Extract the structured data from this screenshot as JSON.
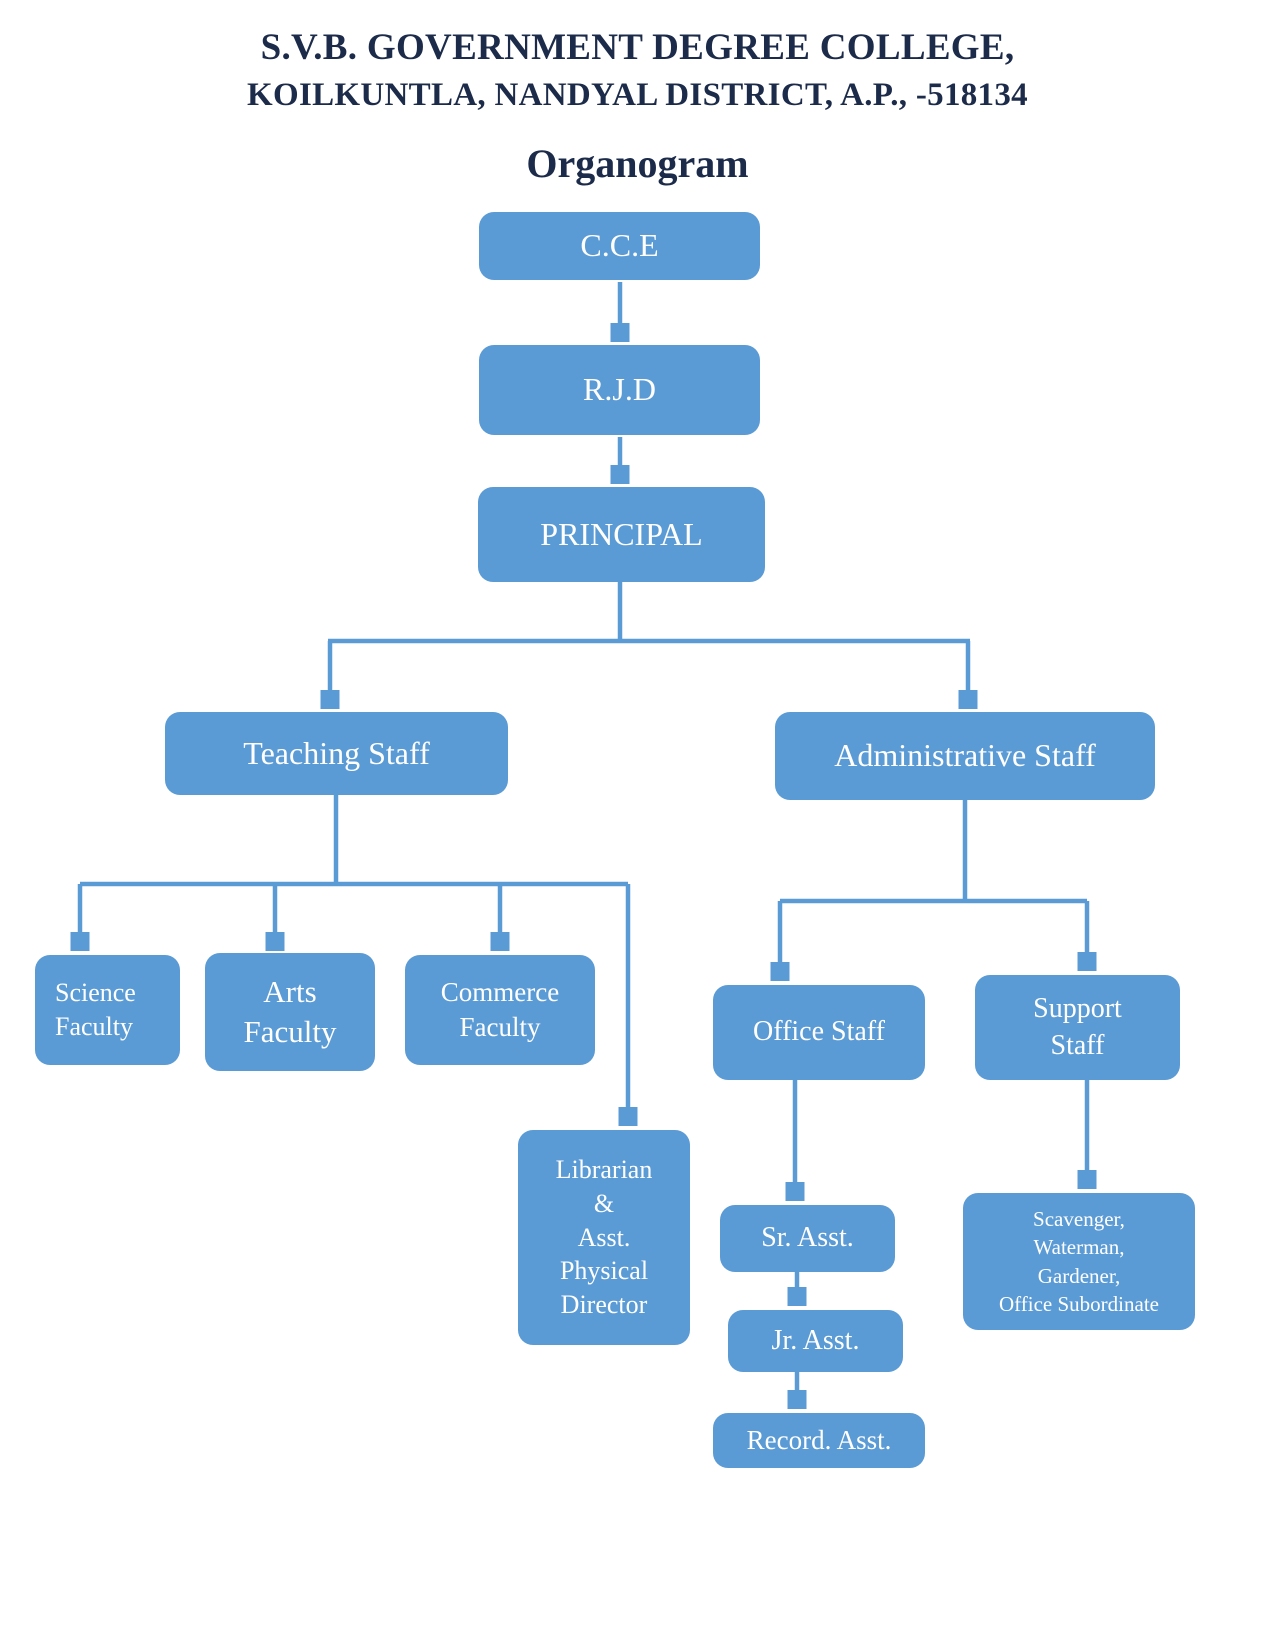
{
  "header": {
    "title_line1": "S.V.B. GOVERNMENT DEGREE COLLEGE,",
    "title_line2": "KOILKUNTLA, NANDYAL DISTRICT, A.P., -518134",
    "subtitle": "Organogram"
  },
  "colors": {
    "node_fill": "#5b9bd5",
    "node_text": "#ffffff",
    "connector": "#5b9bd5",
    "title_text": "#1c2b4a",
    "background": "#ffffff"
  },
  "nodes": {
    "cce": {
      "label": "C.C.E"
    },
    "rjd": {
      "label": "R.J.D"
    },
    "principal": {
      "label": "PRINCIPAL"
    },
    "teaching_staff": {
      "label": "Teaching Staff"
    },
    "administrative_staff": {
      "label": "Administrative Staff"
    },
    "science_faculty": {
      "label": "Science\nFaculty"
    },
    "arts_faculty": {
      "label": "Arts\nFaculty"
    },
    "commerce_faculty": {
      "label": "Commerce\nFaculty"
    },
    "librarian_apd": {
      "label": "Librarian\n&\nAsst.\nPhysical\nDirector"
    },
    "office_staff": {
      "label": "Office Staff"
    },
    "support_staff": {
      "label": "Support\nStaff"
    },
    "sr_asst": {
      "label": "Sr. Asst."
    },
    "jr_asst": {
      "label": "Jr. Asst."
    },
    "record_asst": {
      "label": "Record. Asst."
    },
    "support_staff_roles": {
      "label": "Scavenger,\nWaterman,\nGardener,\nOffice Subordinate"
    }
  },
  "hierarchy": {
    "type": "org-chart",
    "edges": [
      [
        "C.C.E",
        "R.J.D"
      ],
      [
        "R.J.D",
        "PRINCIPAL"
      ],
      [
        "PRINCIPAL",
        "Teaching Staff"
      ],
      [
        "PRINCIPAL",
        "Administrative Staff"
      ],
      [
        "Teaching Staff",
        "Science Faculty"
      ],
      [
        "Teaching Staff",
        "Arts Faculty"
      ],
      [
        "Teaching Staff",
        "Commerce Faculty"
      ],
      [
        "Teaching Staff",
        "Librarian & Asst. Physical Director"
      ],
      [
        "Administrative Staff",
        "Office Staff"
      ],
      [
        "Administrative Staff",
        "Support Staff"
      ],
      [
        "Office Staff",
        "Sr. Asst."
      ],
      [
        "Sr. Asst.",
        "Jr. Asst."
      ],
      [
        "Jr. Asst.",
        "Record. Asst."
      ],
      [
        "Support Staff",
        "Scavenger, Waterman, Gardener, Office Subordinate"
      ]
    ]
  }
}
